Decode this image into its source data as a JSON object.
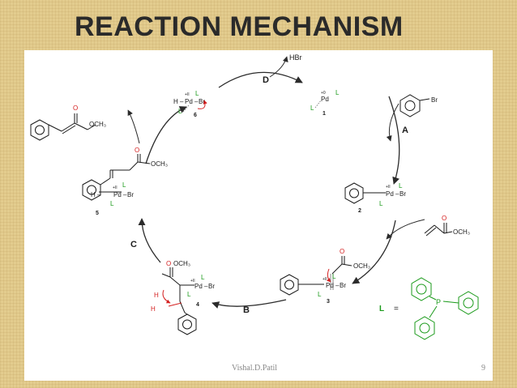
{
  "slide": {
    "title": "REACTION MECHANISM",
    "author": "Vishal.D.Patil",
    "page": "9"
  },
  "cycle": {
    "step_labels": [
      "A",
      "B",
      "C",
      "D"
    ],
    "byproduct": "HBr"
  },
  "species": {
    "s1": {
      "number": "1",
      "pd": "Pd",
      "ox": "+0",
      "L": "L"
    },
    "s2": {
      "number": "2",
      "pd": "Pd",
      "br": "Br",
      "ox": "+II",
      "L": "L"
    },
    "s3": {
      "number": "3",
      "pd": "Pd",
      "br": "Br",
      "ox": "+II",
      "L": "L",
      "ester": "OCH₃"
    },
    "s4": {
      "number": "4",
      "pd": "Pd",
      "br": "Br",
      "ox": "+II",
      "L": "L",
      "H": "H",
      "ester": "OCH₃"
    },
    "s5": {
      "number": "5",
      "pd": "Pd",
      "br": "Br",
      "ox": "+II",
      "L": "L",
      "H": "H",
      "ester": "OCH₃"
    },
    "s6": {
      "number": "6",
      "pd": "Pd",
      "br": "Br",
      "ox": "+II",
      "L": "L",
      "H": "H"
    }
  },
  "reagents": {
    "aryl_halide_br": "Br",
    "acrylate_ester": "OCH₃",
    "product_ester": "OCH₃"
  },
  "ligand": {
    "symbol": "L",
    "equals": "=",
    "atom": "P"
  },
  "colors": {
    "arrow": "#2b2b2b",
    "ligand": "#1a9a1a",
    "electron_arrow": "#d42020",
    "structure": "#1a1a1a"
  }
}
